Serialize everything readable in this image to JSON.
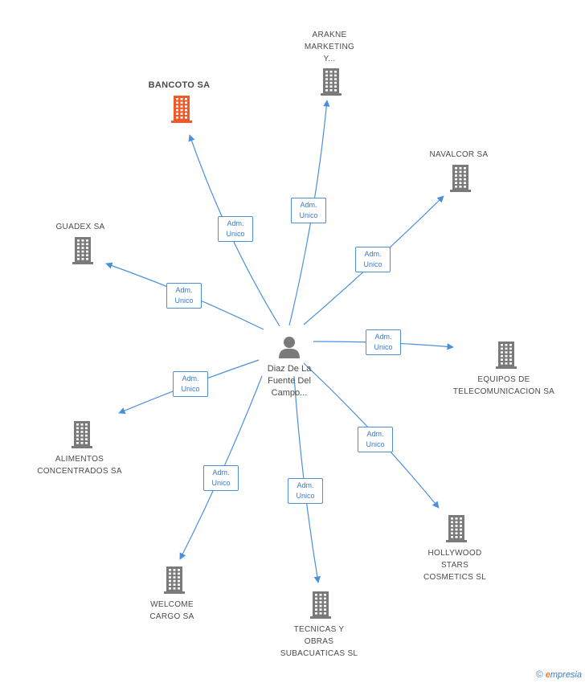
{
  "center": {
    "name": "Diaz De La\nFuente Del\nCampo..."
  },
  "colors": {
    "edge": "#4a90d9",
    "building": "#7a7a7a",
    "highlight": "#f05a28",
    "person": "#7a7a7a"
  },
  "companies": [
    {
      "id": "arakne",
      "name": "ARAKNE\nMARKETING\nY...",
      "role": "Adm.\nUnico",
      "highlight": false
    },
    {
      "id": "bancoto",
      "name": "BANCOTO SA",
      "role": "Adm.\nUnico",
      "highlight": true
    },
    {
      "id": "navalcor",
      "name": "NAVALCOR SA",
      "role": "Adm.\nUnico",
      "highlight": false
    },
    {
      "id": "guadex",
      "name": "GUADEX SA",
      "role": "Adm.\nUnico",
      "highlight": false
    },
    {
      "id": "equipos",
      "name": "EQUIPOS DE\nTELECOMUNICACION SA",
      "role": "Adm.\nUnico",
      "highlight": false
    },
    {
      "id": "alimentos",
      "name": "ALIMENTOS\nCONCENTRADOS SA",
      "role": "Adm.\nUnico",
      "highlight": false
    },
    {
      "id": "hollywood",
      "name": "HOLLYWOOD\nSTARS\nCOSMETICS SL",
      "role": "Adm.\nUnico",
      "highlight": false
    },
    {
      "id": "welcome",
      "name": "WELCOME\nCARGO SA",
      "role": "Adm.\nUnico",
      "highlight": false
    },
    {
      "id": "tecnicas",
      "name": "TECNICAS Y\nOBRAS\nSUBACUATICAS SL",
      "role": "Adm.\nUnico",
      "highlight": false
    }
  ],
  "brand": {
    "copyright": "©",
    "first_letter": "e",
    "rest": "mpresia"
  }
}
